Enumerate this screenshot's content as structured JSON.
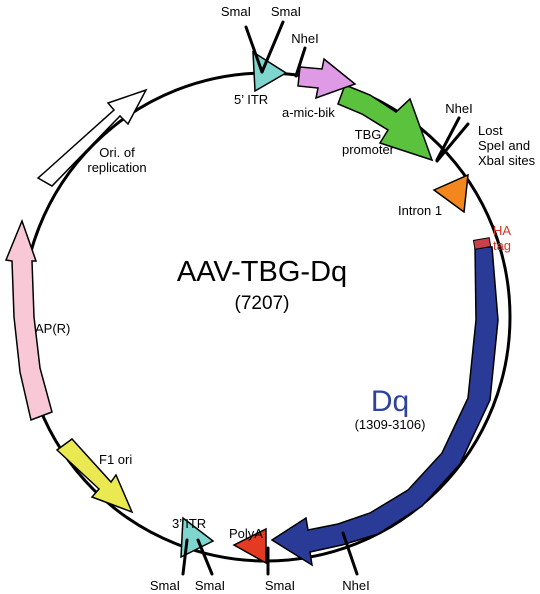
{
  "plasmid": {
    "name": "AAV-TBG-Dq",
    "size": "(7207)"
  },
  "colors": {
    "backbone": "#000000",
    "itr": "#7fd6cf",
    "amicbik": "#df9ae6",
    "tbg": "#5bc23e",
    "intron": "#f3871d",
    "ha": "#c8404a",
    "dq": "#2a3b97",
    "polya": "#e43a22",
    "f1": "#ebe951",
    "apr": "#f9c8d6",
    "ori": "#ffffff",
    "dq_label": "#2d43a0",
    "ha_label": "#d6342b"
  },
  "features": {
    "itr5": "5’ ITR",
    "amicbik": "a-mic-bik",
    "tbg": "TBG\npromoter",
    "intron": "Intron 1",
    "ha": "HA\ntag",
    "dq": "Dq",
    "dq_range": "(1309-3106)",
    "polya": "PolyA",
    "itr3": "3’ ITR",
    "f1": "F1 ori",
    "apr": "AP(R)",
    "ori": "Ori. of\nreplication"
  },
  "sites": {
    "smai_top_left": "SmaI",
    "smai_top_right": "SmaI",
    "nhei_top": "NheI",
    "nhei_right": "NheI",
    "lost_sites": "Lost\nSpeI and\nXbaI sites",
    "smai_bottom_1": "SmaI",
    "smai_bottom_2": "SmaI",
    "smai_bottom_3": "SmaI",
    "nhei_bottom": "NheI"
  }
}
